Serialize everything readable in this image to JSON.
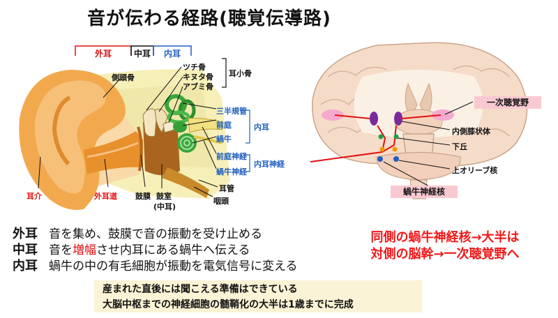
{
  "title": "音が伝わる経路(聴覚伝導路)",
  "regions": {
    "outer": "外耳",
    "middle": "中耳",
    "inner": "内耳"
  },
  "ear_labels": {
    "temporal_bone": "側頭骨",
    "malleus": "ツチ骨",
    "incus": "キヌタ骨",
    "stapes": "アブミ骨",
    "ossicles": "耳小骨",
    "semicircular_canals": "三半規管",
    "vestibule": "前庭",
    "cochlea": "蝸牛",
    "inner_ear": "内耳",
    "vestibular_nerve": "前庭神経",
    "cochlear_nerve": "蝸牛神経",
    "inner_ear_nerve": "内耳神経",
    "auricle": "耳介",
    "ear_canal": "外耳道",
    "eardrum": "鼓膜",
    "tympanic_cavity": "鼓室",
    "tympanic_cavity_sub": "(中耳)",
    "eustachian_tube": "耳管",
    "pharynx": "咽頭"
  },
  "brain_labels": {
    "primary_auditory_cortex": "一次聴覚野",
    "medial_geniculate": "内側膝状体",
    "inferior_colliculus": "下丘",
    "superior_olive": "上オリーブ核",
    "cochlear_nucleus": "蝸牛神経核"
  },
  "descriptions": [
    {
      "term": "外耳",
      "pre": "音を集め、鼓膜で音の振動を受け止める",
      "hl": "",
      "post": ""
    },
    {
      "term": "中耳",
      "pre": "音を",
      "hl": "増幅",
      "post": "させ内耳にある蝸牛へ伝える"
    },
    {
      "term": "内耳",
      "pre": "蝸牛の中の有毛細胞が振動を電気信号に変える",
      "hl": "",
      "post": ""
    }
  ],
  "callout": {
    "line1": "同側の蝸牛神経核→大半は",
    "line2": "対側の脳幹→一次聴覚野へ"
  },
  "note": {
    "line1": "産まれた直後には聞こえる準備はできている",
    "line2": "大脳中枢までの神経細胞の髄鞘化の大半は1歳までに完成"
  },
  "colors": {
    "accent_red": "#e01010",
    "accent_blue": "#1f5fbf",
    "tag_pink": "#f9c9d1",
    "note_bg": "#fbf3d6"
  }
}
